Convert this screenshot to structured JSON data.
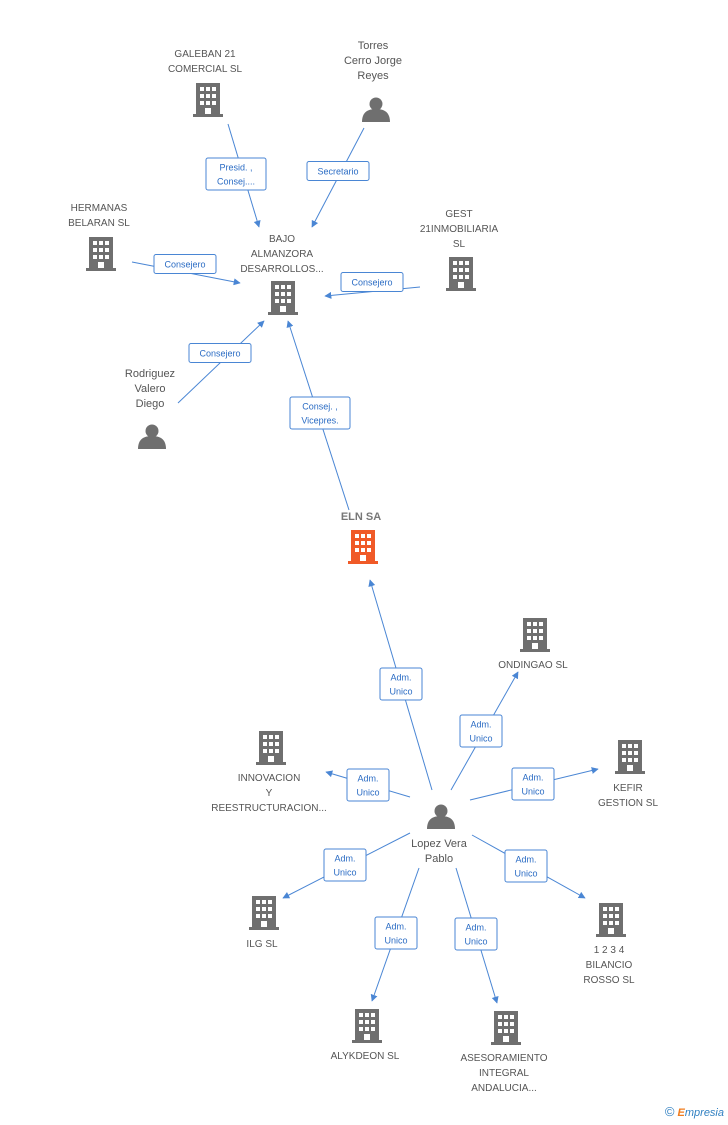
{
  "nodes": [
    {
      "id": "galeban",
      "type": "company",
      "lines": [
        "GALEBAN 21",
        "COMERCIAL  SL"
      ]
    },
    {
      "id": "torres",
      "type": "person",
      "lines": [
        "Torres",
        "Cerro Jorge",
        "Reyes"
      ]
    },
    {
      "id": "hermanas",
      "type": "company",
      "lines": [
        "HERMANAS",
        "BELARAN SL"
      ]
    },
    {
      "id": "gest",
      "type": "company",
      "lines": [
        "GEST",
        "21INMOBILIARIA",
        "SL"
      ]
    },
    {
      "id": "bajo",
      "type": "company",
      "lines": [
        "BAJO",
        "ALMANZORA",
        "DESARROLLOS..."
      ]
    },
    {
      "id": "rodriguez",
      "type": "person",
      "lines": [
        "Rodriguez",
        "Valero",
        "Diego"
      ]
    },
    {
      "id": "eln",
      "type": "focus",
      "lines": [
        "ELN SA"
      ]
    },
    {
      "id": "ondingao",
      "type": "company",
      "lines": [
        "ONDINGAO  SL"
      ]
    },
    {
      "id": "innovacion",
      "type": "company",
      "lines": [
        "INNOVACION",
        "Y",
        "REESTRUCTURACION..."
      ]
    },
    {
      "id": "kefir",
      "type": "company",
      "lines": [
        "KEFIR",
        "GESTION  SL"
      ]
    },
    {
      "id": "lopez",
      "type": "person",
      "lines": [
        "Lopez Vera",
        "Pablo"
      ]
    },
    {
      "id": "ilg",
      "type": "company",
      "lines": [
        "ILG  SL"
      ]
    },
    {
      "id": "bilancio",
      "type": "company",
      "lines": [
        "1 2 3 4",
        "BILANCIO",
        "ROSSO SL"
      ]
    },
    {
      "id": "alykdeon",
      "type": "company",
      "lines": [
        "ALYKDEON SL"
      ]
    },
    {
      "id": "asesoramiento",
      "type": "company",
      "lines": [
        "ASESORAMIENTO",
        "INTEGRAL",
        "ANDALUCIA..."
      ]
    }
  ],
  "edges": [
    {
      "from": "galeban",
      "to": "bajo",
      "lines": [
        "Presid. ,",
        "Consej...."
      ]
    },
    {
      "from": "torres",
      "to": "bajo",
      "lines": [
        "Secretario"
      ]
    },
    {
      "from": "hermanas",
      "to": "bajo",
      "lines": [
        "Consejero"
      ]
    },
    {
      "from": "gest",
      "to": "bajo",
      "lines": [
        "Consejero"
      ]
    },
    {
      "from": "rodriguez",
      "to": "bajo",
      "lines": [
        "Consejero"
      ]
    },
    {
      "from": "eln",
      "to": "bajo",
      "lines": [
        "Consej. ,",
        "Vicepres."
      ]
    },
    {
      "from": "lopez",
      "to": "eln",
      "lines": [
        "Adm.",
        "Unico"
      ]
    },
    {
      "from": "lopez",
      "to": "ondingao",
      "lines": [
        "Adm.",
        "Unico"
      ]
    },
    {
      "from": "lopez",
      "to": "innovacion",
      "lines": [
        "Adm.",
        "Unico"
      ]
    },
    {
      "from": "lopez",
      "to": "kefir",
      "lines": [
        "Adm.",
        "Unico"
      ]
    },
    {
      "from": "lopez",
      "to": "ilg",
      "lines": [
        "Adm.",
        "Unico"
      ]
    },
    {
      "from": "lopez",
      "to": "bilancio",
      "lines": [
        "Adm.",
        "Unico"
      ]
    },
    {
      "from": "lopez",
      "to": "alykdeon",
      "lines": [
        "Adm.",
        "Unico"
      ]
    },
    {
      "from": "lopez",
      "to": "asesoramiento",
      "lines": [
        "Adm.",
        "Unico"
      ]
    }
  ],
  "colors": {
    "edge": "#4a86d4",
    "icon": "#6f6f6f",
    "focus": "#f05a28",
    "label": "#555555"
  },
  "footer": {
    "copyright": "©",
    "brand_initial": "E",
    "brand_rest": "mpresia"
  }
}
